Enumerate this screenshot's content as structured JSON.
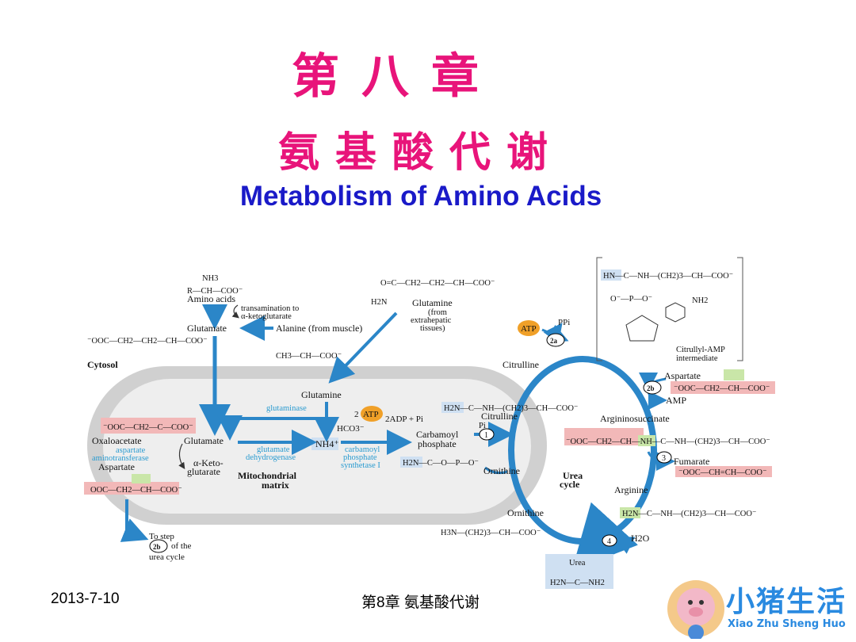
{
  "colors": {
    "title": "#e8147a",
    "subtitle_en": "#1a1ac8",
    "arrow": "#2b86c8",
    "highlight_red": "#f2b8b8",
    "highlight_blue": "#cfe0f2",
    "highlight_green": "#c9e6a8",
    "atp": "#f0a028",
    "enzyme_text": "#2a9bd0"
  },
  "title_cn": "第八章",
  "subtitle_cn": "氨基酸代谢",
  "subtitle_en": "Metabolism of Amino Acids",
  "diagram": {
    "amino_nh3": "NH3",
    "amino_formula": "R—CH—COO⁻",
    "amino_acids": "Amino acids",
    "transamination": "transamination to",
    "ketoglutarate_label": "α-ketoglutarate",
    "glutamate_top": "Glutamate",
    "glutamate_formula": "⁻OOC—CH2—CH2—CH—COO⁻",
    "alanine": "Alanine (from muscle)",
    "alanine_formula": "CH3—CH—COO⁻",
    "glutamine_top_formula": "O=C—CH2—CH2—CH—COO⁻",
    "glutamine_h2n": "H2N",
    "glutamine_top": "Glutamine",
    "glutamine_from": "(from",
    "glutamine_extra": "extrahepatic",
    "glutamine_tissues": "tissues)",
    "cytosol": "Cytosol",
    "glutamine_mito": "Glutamine",
    "glutaminase": "glutaminase",
    "oxaloacetate_formula": "⁻OOC—CH2—C—COO⁻",
    "oxaloacetate": "Oxaloacetate",
    "glutamate_mito": "Glutamate",
    "aspartate_aminotransferase_1": "aspartate",
    "aspartate_aminotransferase_2": "aminotransferase",
    "aspartate_mito": "Aspartate",
    "alpha_keto_1": "α-Keto-",
    "alpha_keto_2": "glutarate",
    "aspartate_formula": "OOC—CH2—CH—COO⁻",
    "glutamate_dehydrogenase_1": "glutamate",
    "glutamate_dehydrogenase_2": "dehydrogenase",
    "nh4": "NH4⁺",
    "mito_matrix_1": "Mitochondrial",
    "mito_matrix_2": "matrix",
    "atp_2": "2",
    "atp": "ATP",
    "adp": "2ADP + Pi",
    "hco3": "HCO3⁻",
    "carbamoyl_phosphate_1": "Carbamoyl",
    "carbamoyl_phosphate_2": "phosphate",
    "cps_1": "carbamoyl",
    "cps_2": "phosphate",
    "cps_3": "synthetase I",
    "carbamoyl_formula": "H2N—C—O—P—O⁻",
    "citrulline_mito": "Citrulline",
    "citrulline_formula": "H2N—C—NH—(CH2)3—CH—COO⁻",
    "pi": "Pi",
    "step1": "1",
    "ornithine_mito": "Ornithine",
    "to_step_1": "To step",
    "to_step_2b": "2b",
    "to_step_2": "of the",
    "to_step_3": "urea cycle",
    "atp_cycle": "ATP",
    "ppi": "PPi",
    "step2a": "2a",
    "citrulline_cycle": "Citrulline",
    "citrullyl_formula": "HN—C—NH—(CH2)3—CH—COO⁻",
    "citrullyl_amp_1": "Citrullyl-AMP",
    "citrullyl_amp_2": "intermediate",
    "citrullyl_phos": "O⁻—P—O⁻",
    "citrullyl_nh2": "NH2",
    "aspartate_cycle": "Aspartate",
    "step2b": "2b",
    "aspartate_cycle_formula": "⁻OOC—CH2—CH—COO⁻",
    "amp": "AMP",
    "argininosuccinate": "Argininosuccinate",
    "argsucc_formula": "⁻OOC—CH2—CH—NH—C—NH—(CH2)3—CH—COO⁻",
    "step3": "3",
    "fumarate": "Fumarate",
    "fumarate_formula": "⁻OOC—CH=CH—COO⁻",
    "urea_cycle_1": "Urea",
    "urea_cycle_2": "cycle",
    "arginine": "Arginine",
    "arginine_formula": "H2N—C—NH—(CH2)3—CH—COO⁻",
    "ornithine_cycle": "Ornithine",
    "ornithine_formula": "H3N—(CH2)3—CH—COO⁻",
    "step4": "4",
    "h2o": "H2O",
    "urea": "Urea",
    "urea_formula": "H2N—C—NH2"
  },
  "footer": {
    "date": "2013-7-10",
    "center": "第8章 氨基酸代谢"
  },
  "logo": {
    "cn": "小猪生活",
    "en": "Xiao Zhu Sheng Huo"
  }
}
